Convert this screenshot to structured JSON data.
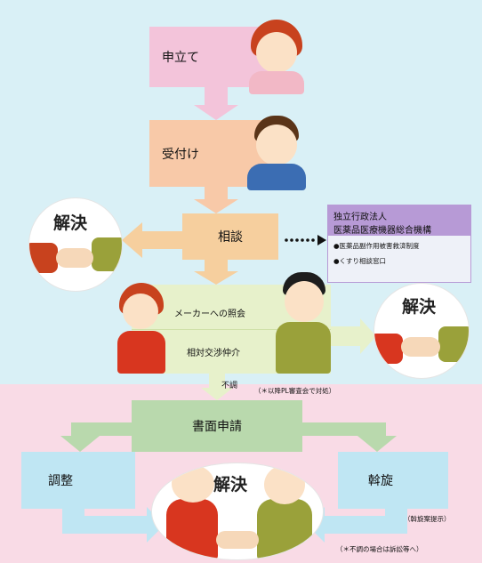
{
  "step1": {
    "label": "申立て"
  },
  "step2": {
    "label": "受付け"
  },
  "step3": {
    "label": "相談"
  },
  "step4": {
    "label1": "メーカーへの照会",
    "label2": "相対交渉仲介"
  },
  "agency": {
    "title_line1": "独立行政法人",
    "title_line2": "医薬品医療機器総合機構",
    "items": [
      "●医薬品副作用被害救済制度",
      "●くすり相談窓口"
    ]
  },
  "resolved": {
    "left": "解決",
    "right": "解決",
    "center": "解決"
  },
  "failed_label": "不調",
  "note_pl": "（＊以降PL審査会で対処）",
  "written": {
    "label": "書面申請"
  },
  "mediation": {
    "label": "調整"
  },
  "arbitration": {
    "label": "斡旋"
  },
  "proposal_note": "（斡旋案提示）",
  "failure_note": "（＊不調の場合は訴訟等へ）",
  "colors": {
    "background": "#d9f0f6",
    "lower_band": "#f9dbe6",
    "step1": "#f3c4da",
    "step2": "#f8c9a8",
    "step3": "#f6cf9e",
    "step4": "#e7f1cb",
    "agency": "#b79ad6",
    "written": "#b9d9ad",
    "sidebox": "#bfe6f3"
  }
}
